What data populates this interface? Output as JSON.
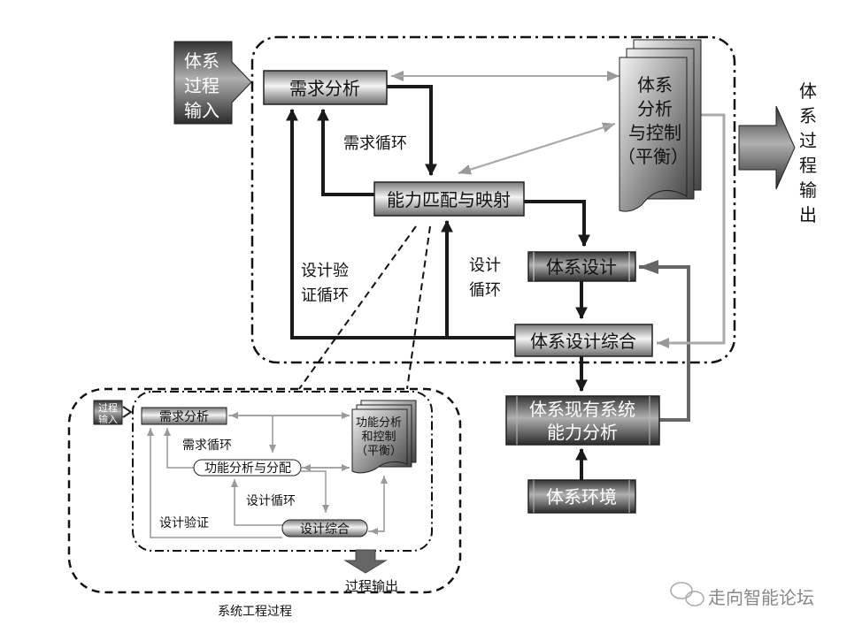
{
  "main": {
    "input": [
      "体系",
      "过程",
      "输入"
    ],
    "requirements": "需求分析",
    "capability_match": "能力匹配与映射",
    "analysis_doc": [
      "体系",
      "分析",
      "与控制",
      "（平衡）"
    ],
    "output": [
      "体",
      "系",
      "过",
      "程",
      "输",
      "出"
    ],
    "req_loop": "需求循环",
    "verify_loop": [
      "设计验",
      "证循环"
    ],
    "design_loop": [
      "设计",
      "循环"
    ],
    "system_design": "体系设计",
    "design_synthesis": "体系设计综合",
    "existing_analysis": [
      "体系现有系统",
      "能力分析"
    ],
    "environment": "体系环境"
  },
  "sub": {
    "input": [
      "过程",
      "输入"
    ],
    "requirements": "需求分析",
    "func_alloc": "功能分析与分配",
    "doc": [
      "功能分析",
      "和控制",
      "（平衡）"
    ],
    "req_loop": "需求循环",
    "design_loop": "设计循环",
    "verify": "设计验证",
    "synthesis": "设计综合",
    "output": "过程输出",
    "title": "系统工程过程"
  },
  "watermark": "走向智能论坛",
  "colors": {
    "dark": "#1a1a1a",
    "gray": "#999999",
    "mid": "#666666"
  }
}
